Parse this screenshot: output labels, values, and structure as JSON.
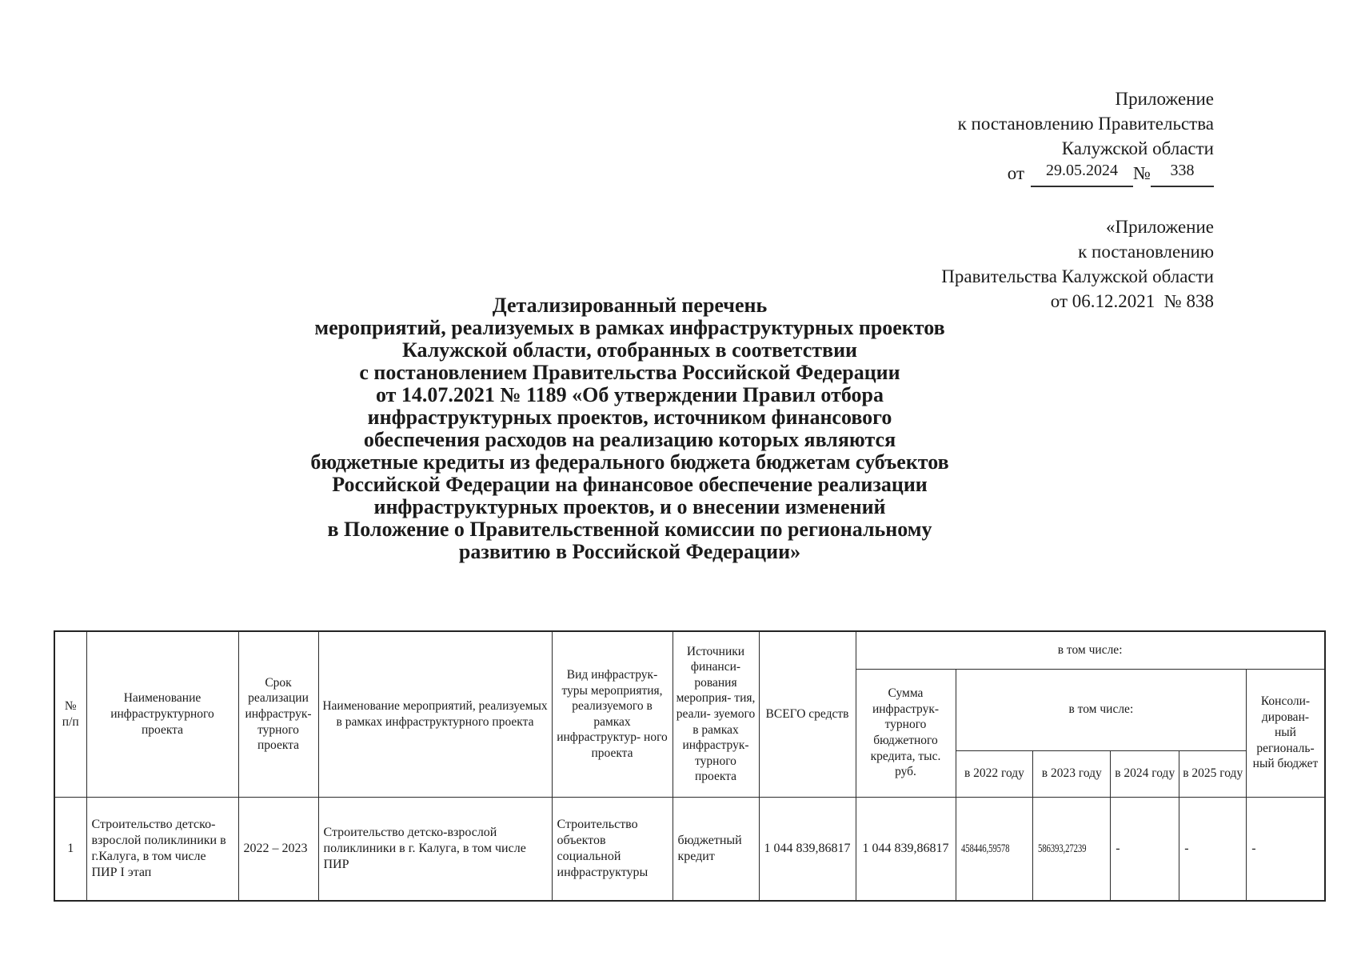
{
  "header_note_1": {
    "line1": "Приложение",
    "line2": "к постановлению Правительства",
    "line3": "Калужской области",
    "date_prefix": "от",
    "date_value": "29.05.2024",
    "number_sign": "№",
    "number_value": "338"
  },
  "header_note_2": {
    "line1": "«Приложение",
    "line2": "к постановлению",
    "line3": "Правительства Калужской области",
    "line4": "от 06.12.2021  № 838"
  },
  "title": {
    "lines": [
      "Детализированный перечень",
      "мероприятий, реализуемых в рамках инфраструктурных проектов",
      "Калужской области, отобранных в соответствии",
      "с постановлением Правительства Российской Федерации",
      "от 14.07.2021 № 1189 «Об утверждении Правил отбора",
      "инфраструктурных проектов, источником финансового",
      "обеспечения расходов на реализацию которых являются",
      "бюджетные кредиты из федерального бюджета бюджетам субъектов",
      "Российской Федерации на финансовое обеспечение реализации",
      "инфраструктурных проектов, и о внесении изменений",
      "в Положение о Правительственной комиссии по региональному",
      "развитию в Российской Федерации»"
    ]
  },
  "table": {
    "headers": {
      "num": "№ п/п",
      "project": "Наименование инфраструктурного проекта",
      "period": "Срок реализации инфраструк- турного проекта",
      "activity": "Наименование мероприятий, реализуемых в рамках инфраструктурного проекта",
      "infra_type": "Вид инфраструк- туры мероприятия, реализуемого в рамках инфраструктур- ного проекта",
      "funding_source": "Источники финанси- рования мероприя- тия, реали- зуемого в рамках инфраструк- турного проекта",
      "total": "ВСЕГО средств",
      "including": "в том числе:",
      "credit_sum": "Сумма инфраструк- турного бюджетного кредита, тыс. руб.",
      "including_years": "в том числе:",
      "y2022": "в 2022 году",
      "y2023": "в 2023 году",
      "y2024": "в 2024 году",
      "y2025": "в 2025 году",
      "consolidated": "Консоли- дирован- ный региональ- ный бюджет"
    },
    "row1": {
      "num": "1",
      "project": "Строительство детско- взрослой поликлиники в г.Калуга, в том числе ПИР I этап",
      "period": "2022 – 2023",
      "activity": "Строительство детско-взрослой поликлиники в г. Калуга, в том числе ПИР",
      "infra_type": "Строительство объектов социальной инфраструктуры",
      "funding_source": "бюджетный кредит",
      "total": "1 044 839,86817",
      "credit_sum": "1 044 839,86817",
      "y2022": "458446,59578",
      "y2023": "586393,27239",
      "y2024": "-",
      "y2025": "-",
      "consolidated": "-"
    }
  }
}
